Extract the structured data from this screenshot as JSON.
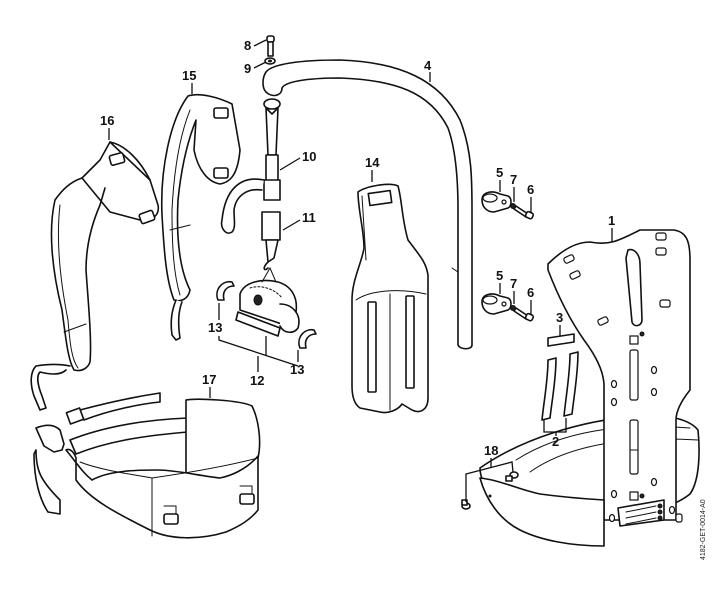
{
  "diagram": {
    "type": "exploded-parts-diagram",
    "subject": "backpack harness assembly",
    "reference_code": "4182-GET-0014-A0",
    "colors": {
      "line": "#111111",
      "background": "#ffffff"
    },
    "callouts": [
      {
        "number": "1",
        "part": "back plate"
      },
      {
        "number": "2",
        "part": "pad strips (pair)"
      },
      {
        "number": "3",
        "part": "pad strip"
      },
      {
        "number": "4",
        "part": "carrying tube"
      },
      {
        "number": "5",
        "part": "clamp (upper)"
      },
      {
        "number": "5",
        "part": "clamp (lower)"
      },
      {
        "number": "6",
        "part": "screw (upper)"
      },
      {
        "number": "6",
        "part": "screw (lower)"
      },
      {
        "number": "7",
        "part": "washer (upper)"
      },
      {
        "number": "7",
        "part": "washer (lower)"
      },
      {
        "number": "8",
        "part": "screw"
      },
      {
        "number": "9",
        "part": "washer"
      },
      {
        "number": "10",
        "part": "strap with buckle"
      },
      {
        "number": "11",
        "part": "buckle with hook"
      },
      {
        "number": "12",
        "part": "hanger assembly"
      },
      {
        "number": "13",
        "part": "retaining ring (left)"
      },
      {
        "number": "13",
        "part": "retaining ring (right)"
      },
      {
        "number": "14",
        "part": "back pad"
      },
      {
        "number": "15",
        "part": "shoulder strap (right)"
      },
      {
        "number": "16",
        "part": "shoulder strap (left)"
      },
      {
        "number": "17",
        "part": "hip belt"
      },
      {
        "number": "18",
        "part": "rivets"
      }
    ]
  }
}
